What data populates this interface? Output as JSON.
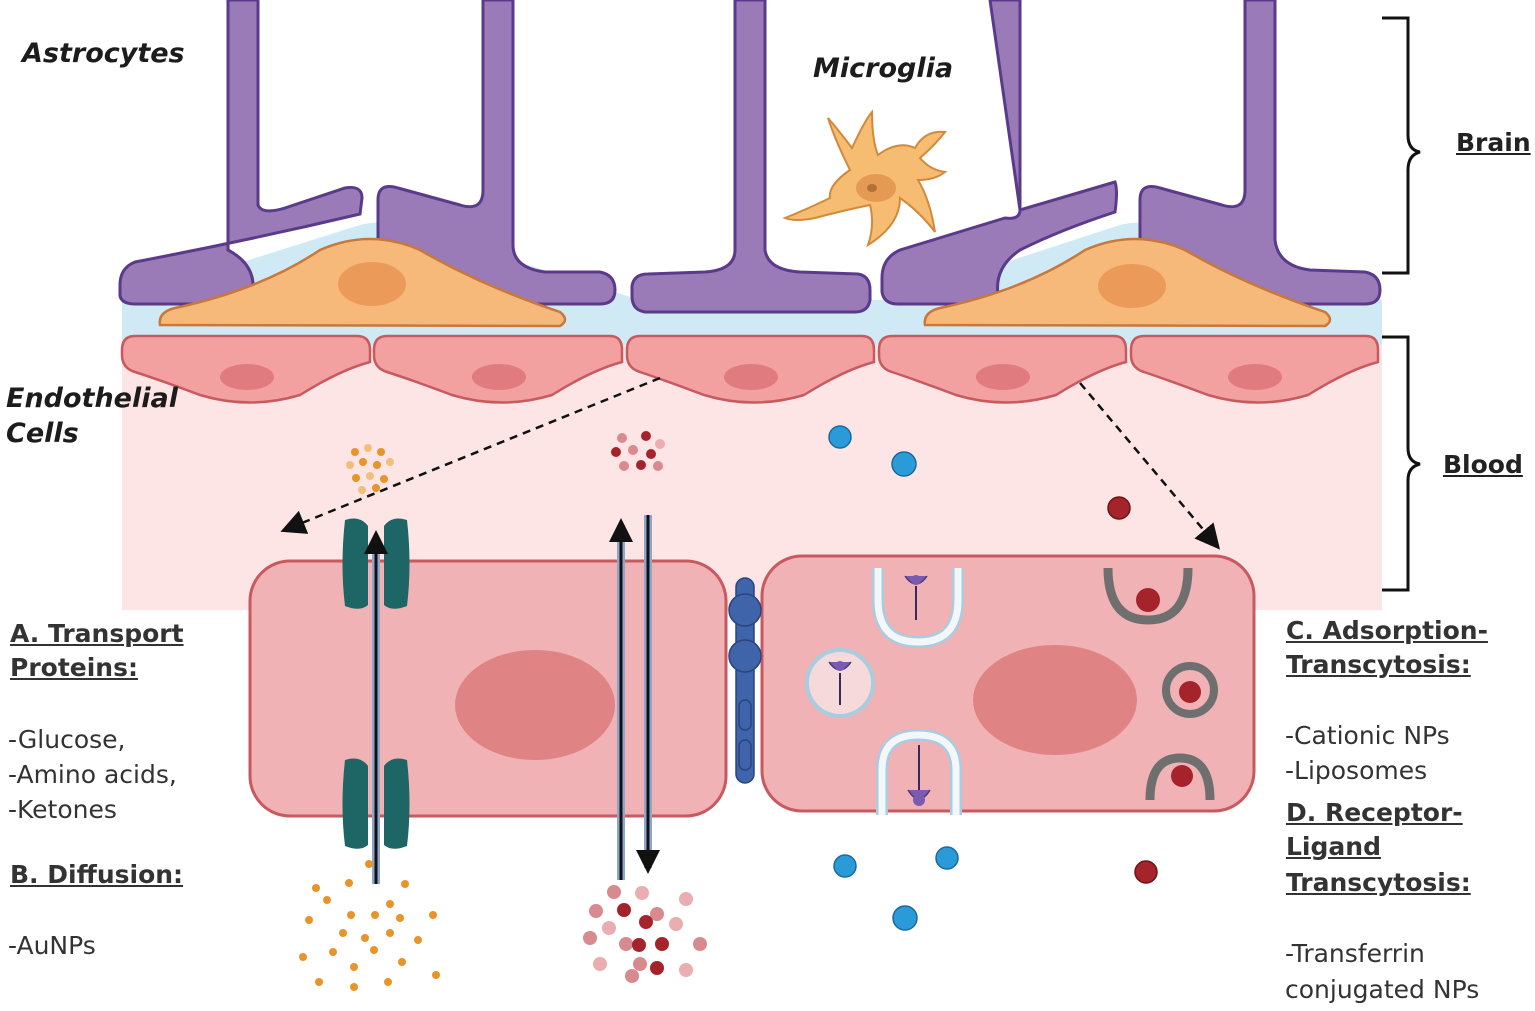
{
  "labels": {
    "astrocytes": "Astrocytes",
    "microglia": "Microglia",
    "endothelial_line1": "Endothelial",
    "endothelial_line2": "Cells",
    "brain": "Brain",
    "blood": "Blood"
  },
  "sections": {
    "a": {
      "title_line1": "A. Transport",
      "title_line2": "Proteins:",
      "items": [
        "-Glucose,",
        "-Amino acids,",
        "-Ketones"
      ]
    },
    "b": {
      "title": "B. Diffusion:",
      "items": [
        "-AuNPs"
      ]
    },
    "c": {
      "title_line1": "C. Adsorption-",
      "title_line2": "Transcytosis:",
      "items": [
        "-Cationic NPs",
        "-Liposomes"
      ]
    },
    "d": {
      "title_line1": "D. Receptor-",
      "title_line2": "Ligand",
      "title_line3": "Transcytosis:",
      "items": [
        "-Transferrin",
        "conjugated NPs"
      ]
    }
  },
  "colors": {
    "astrocyte": "#9a7bb8",
    "astrocyte_edge": "#5a3a8a",
    "pericyte": "#f6b97a",
    "endothelial": "#f2a0a0",
    "blood": "#fde5e6",
    "basement": "#cfe9f5",
    "cell_body": "#f0b2b4",
    "nucleus": "#e08385",
    "transporter": "#1e6565",
    "junction": "#3f64aa",
    "nanoparticle_blue": "#2a9bd8",
    "nanoparticle_red": "#a5242b",
    "particle_gold": "#e8942a"
  }
}
